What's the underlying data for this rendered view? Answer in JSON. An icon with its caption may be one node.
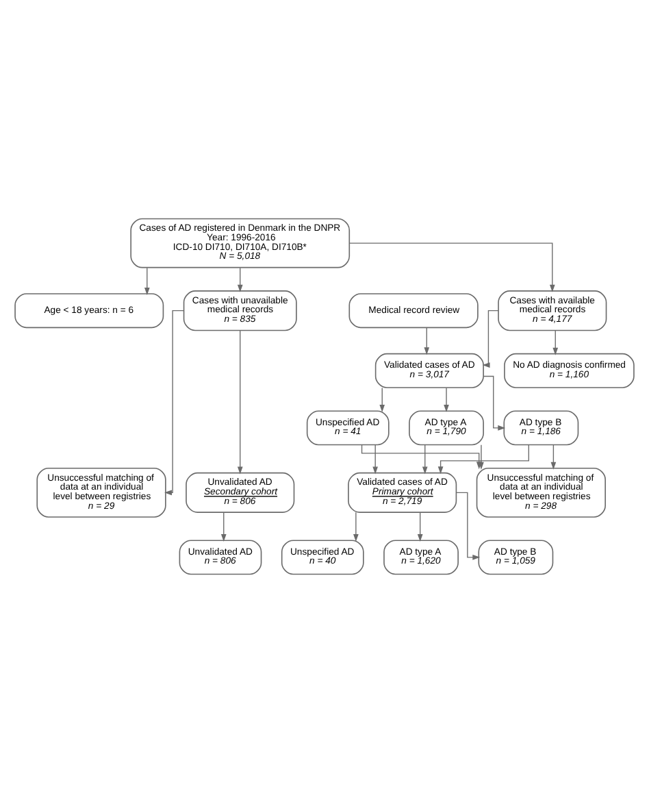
{
  "diagram": {
    "nodes": [
      {
        "text": [
          "Cases of AD registered in Denmark in the DNPR",
          "Year: 1996-2016",
          "ICD-10 DI710, DI710A, DI710B*",
          "N = 5,018"
        ]
      },
      {
        "text": [
          "Age < 18 years: n = 6"
        ]
      },
      {
        "text": [
          "Cases with available medical records",
          "n = 4,177"
        ]
      },
      {
        "text": [
          "Cases with unavailable medical records",
          "n = 835"
        ]
      },
      {
        "text": [
          "Medical record review"
        ]
      },
      {
        "text": [
          "No AD diagnosis confirmed",
          "n = 1,160"
        ]
      },
      {
        "text": [
          "Validated cases of AD",
          "n = 3,017"
        ]
      },
      {
        "text": [
          "AD type A",
          "n = 1,790"
        ]
      },
      {
        "text": [
          "AD type B",
          "n = 1,186"
        ]
      },
      {
        "text": [
          "Unspecified AD",
          "n = 41"
        ]
      },
      {
        "text": [
          "Unsuccessful matching of data at an individual level between registries",
          "n = 298"
        ]
      },
      {
        "text": [
          "Unsuccessful matching of data at an individual level between registries",
          "n = 29"
        ]
      },
      {
        "text": [
          "Validated cases of AD",
          "Primary cohort",
          "n = 2,719"
        ]
      },
      {
        "text": [
          "Unvalidated AD",
          "Secondary cohort",
          "n = 806"
        ]
      },
      {
        "text": [
          "AD type A",
          "n = 1,620"
        ]
      },
      {
        "text": [
          "AD type B",
          "n = 1,059"
        ]
      },
      {
        "text": [
          "Unspecified AD",
          "n = 40"
        ]
      },
      {
        "text": [
          "Unvalidated AD",
          "n = 806"
        ]
      }
    ],
    "edges": [
      {
        "from": 0,
        "to": 1,
        "arrow": "to"
      },
      {
        "from": 0,
        "to": 2,
        "arrow": "to"
      },
      {
        "from": 0,
        "to": 3,
        "arrow": "to"
      },
      {
        "from": 4,
        "to": 6,
        "arrow": "to"
      },
      {
        "from": 2,
        "to": 5,
        "arrow": "to"
      },
      {
        "from": 2,
        "to": 6,
        "arrow": "to"
      },
      {
        "from": 6,
        "to": 7,
        "arrow": "to"
      },
      {
        "from": 6,
        "to": 8,
        "arrow": "to"
      },
      {
        "from": 6,
        "to": 9,
        "arrow": "to"
      },
      {
        "from": 7,
        "to": 10,
        "arrow": "to"
      },
      {
        "from": 8,
        "to": 10,
        "arrow": "to"
      },
      {
        "from": 9,
        "to": 10,
        "arrow": "to"
      },
      {
        "from": 7,
        "to": 12,
        "arrow": "to"
      },
      {
        "from": 8,
        "to": 12,
        "arrow": "to"
      },
      {
        "from": 9,
        "to": 12,
        "arrow": "to"
      },
      {
        "from": 3,
        "to": 11,
        "arrow": "to"
      },
      {
        "from": 3,
        "to": 13,
        "arrow": "to"
      },
      {
        "from": 12,
        "to": 14,
        "arrow": "to"
      },
      {
        "from": 12,
        "to": 15,
        "arrow": "to"
      },
      {
        "from": 12,
        "to": 16,
        "arrow": "to"
      },
      {
        "from": 13,
        "to": 17,
        "arrow": "to"
      }
    ]
  }
}
